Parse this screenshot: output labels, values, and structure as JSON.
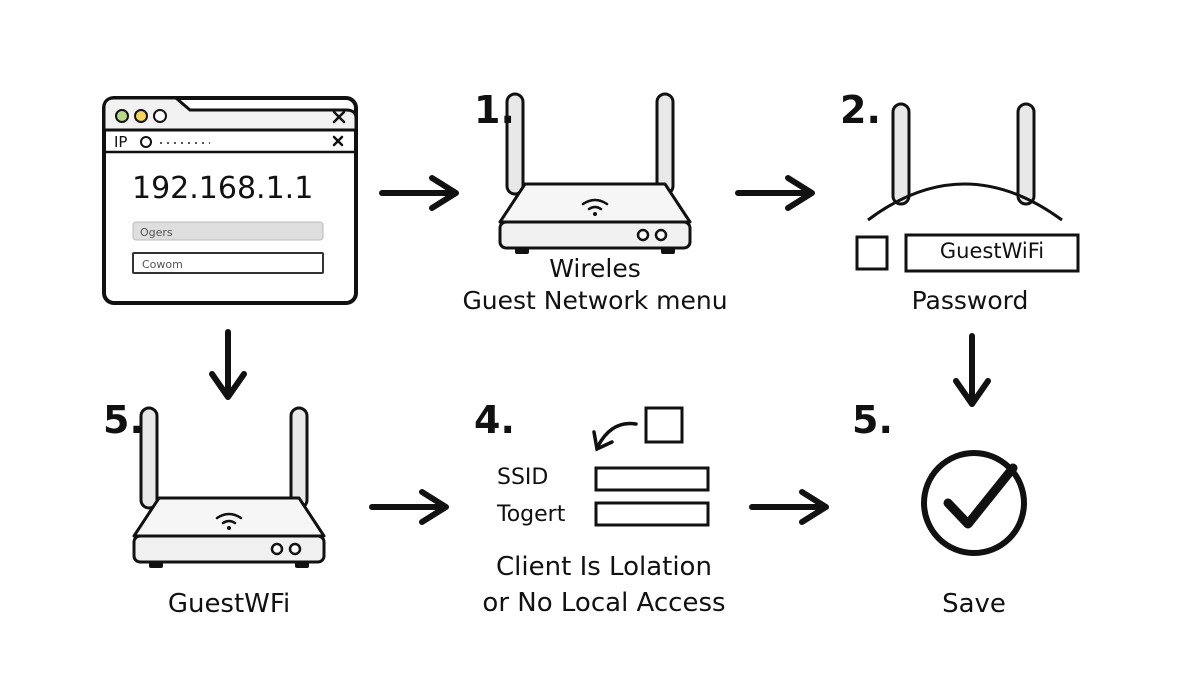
{
  "browser": {
    "address_prefix": "IP",
    "ip_address": "192.168.1.1",
    "field1_text": "Ogers",
    "field2_text": "Cowom"
  },
  "steps": {
    "step1": {
      "number": "1.",
      "caption_line1": "Wireles",
      "caption_line2": "Guest Network menu"
    },
    "step2": {
      "number": "2.",
      "ssid_value": "GuestWiFi",
      "caption": "Password"
    },
    "step4": {
      "number": "4.",
      "field1_label": "SSID",
      "field2_label": "Togert",
      "caption_line1": "Client Is Lolation",
      "caption_line2": "or No Local Access"
    },
    "step5_left": {
      "number": "5.",
      "caption": "GuestWFi"
    },
    "step5_right": {
      "number": "5.",
      "caption": "Save"
    }
  },
  "icons": [
    "browser-window-icon",
    "router-icon",
    "router-icon",
    "router-icon",
    "checkmark-circle-icon",
    "arrow-right-icon",
    "arrow-down-icon",
    "curved-arrow-icon"
  ]
}
